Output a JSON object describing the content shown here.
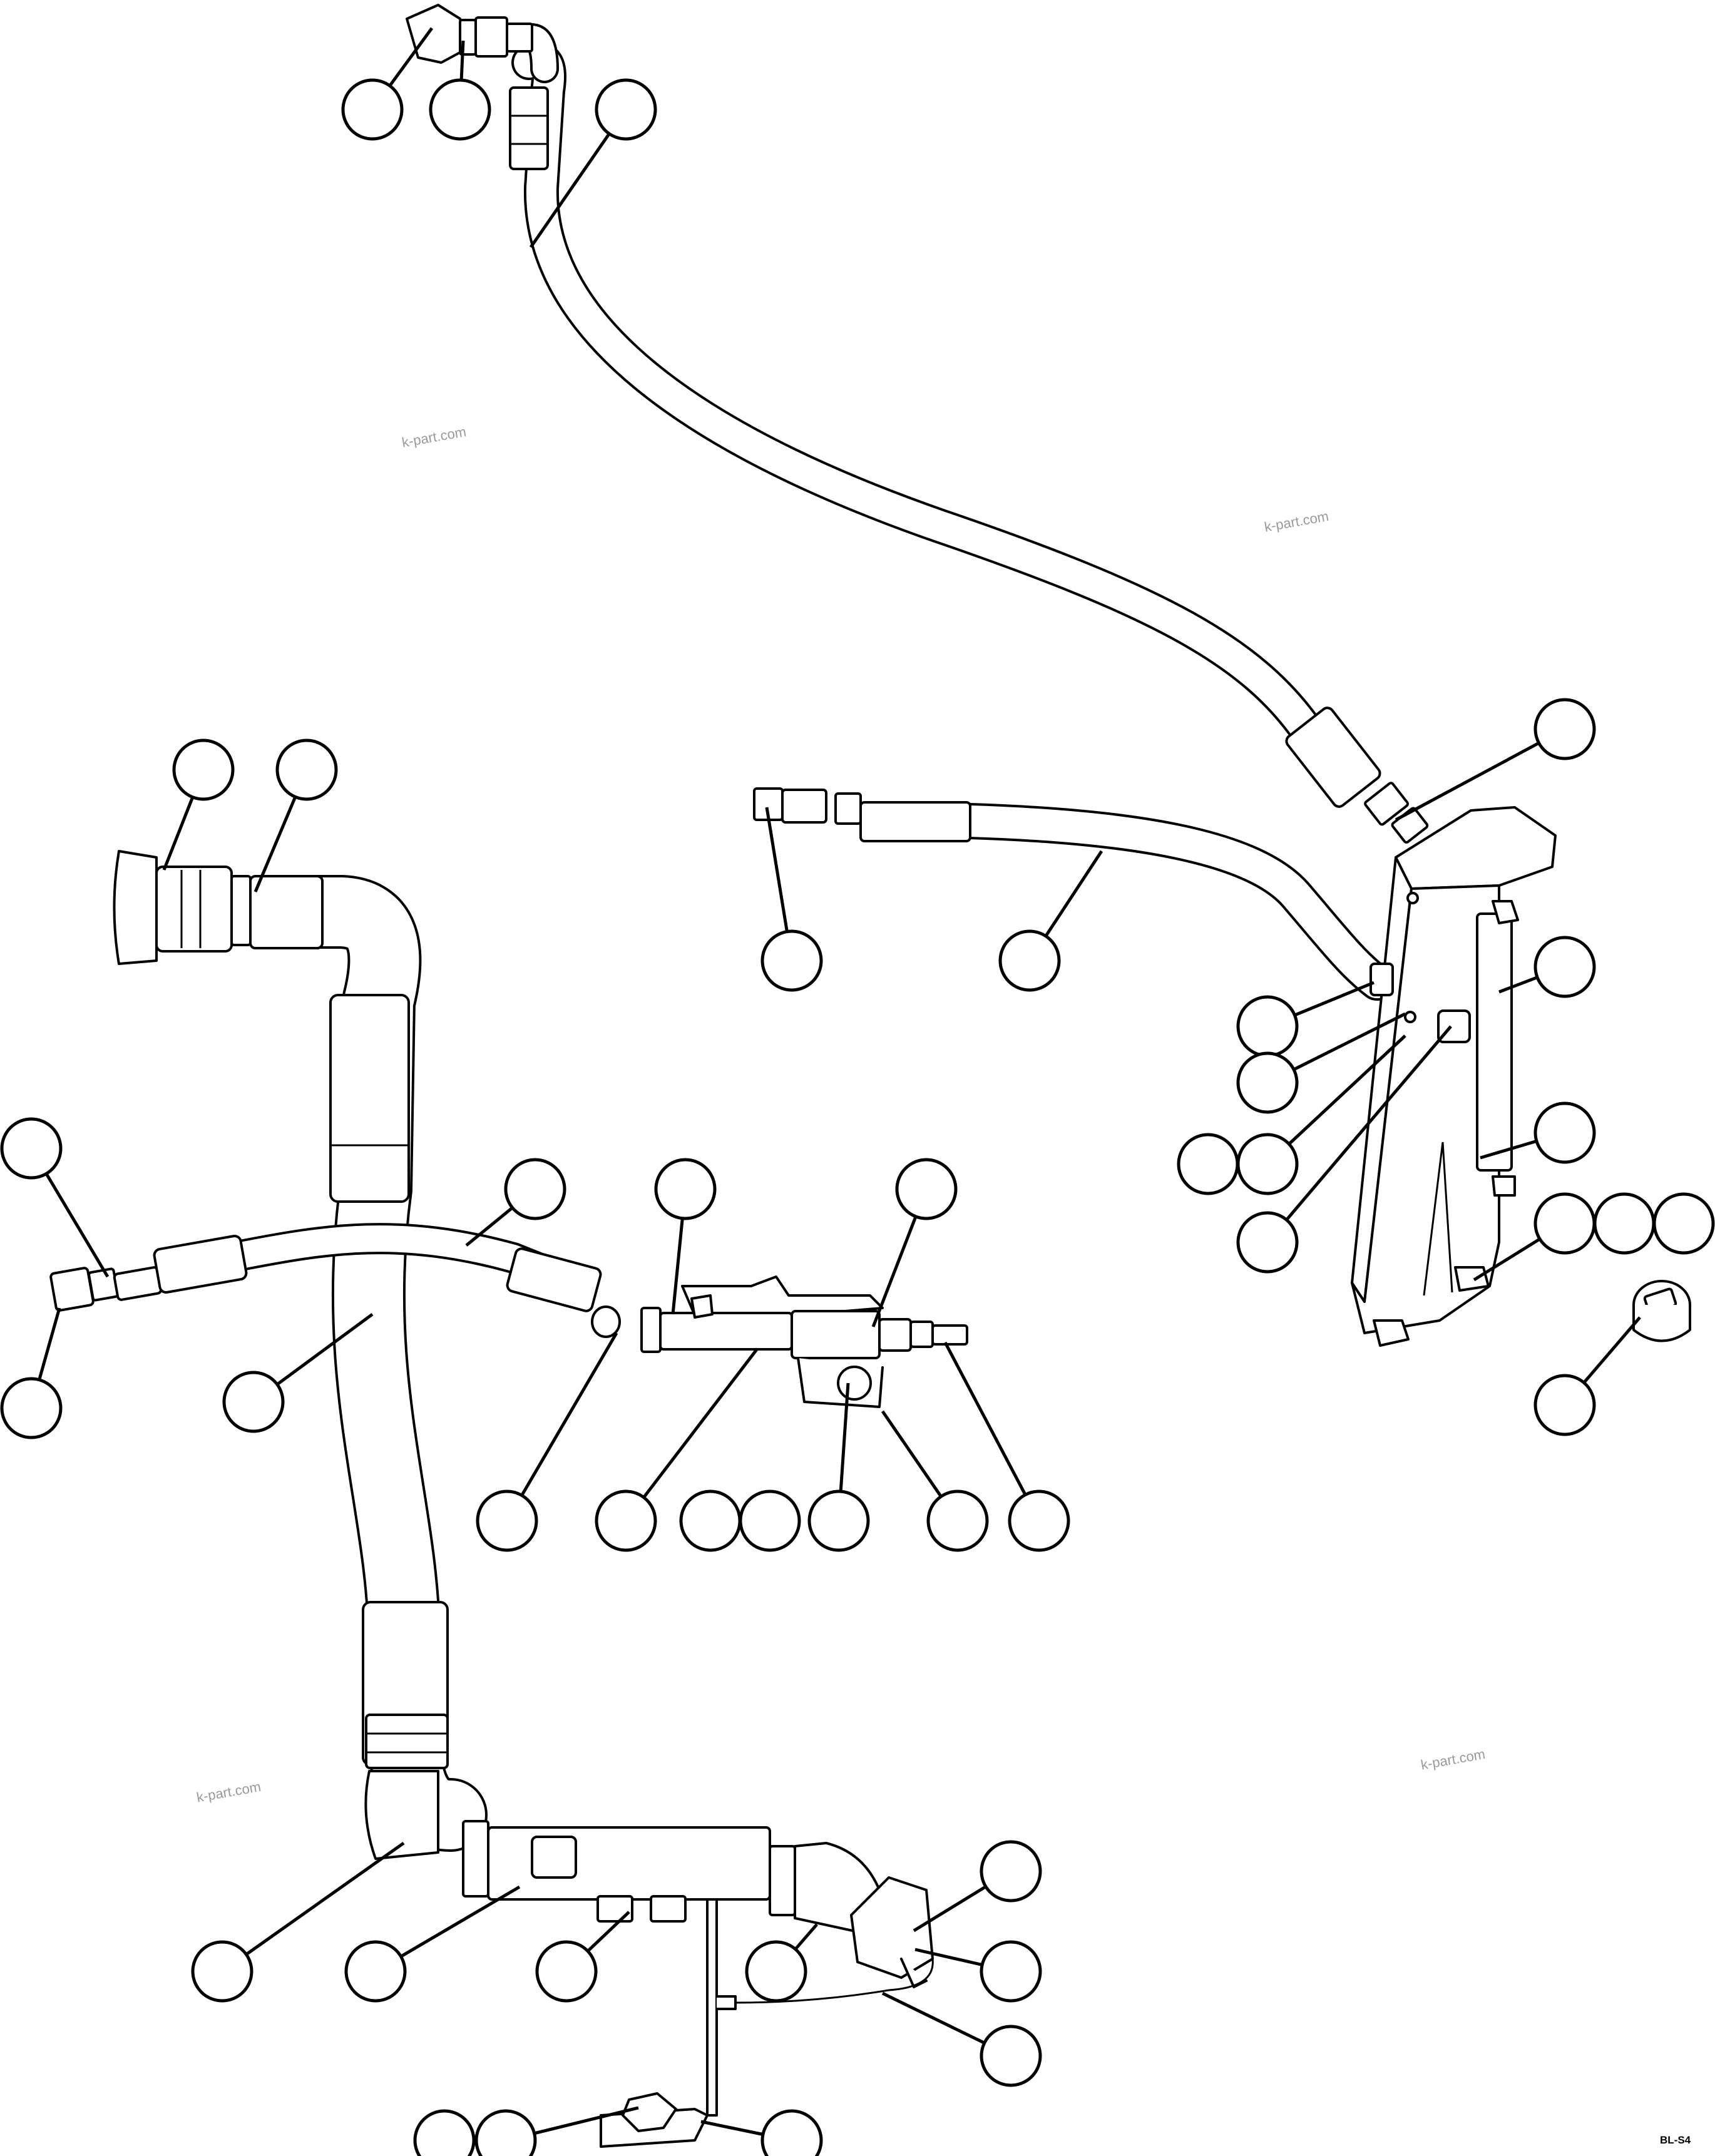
{
  "watermarks": [
    "k-part.com",
    "k-part.com",
    "k-part.com",
    "k-part.com"
  ],
  "figure_code": "BL-S4",
  "callouts": [
    {
      "name": "callout-1"
    },
    {
      "name": "callout-2"
    },
    {
      "name": "callout-3"
    },
    {
      "name": "callout-4"
    },
    {
      "name": "callout-5"
    },
    {
      "name": "callout-6"
    },
    {
      "name": "callout-7"
    },
    {
      "name": "callout-8"
    },
    {
      "name": "callout-9"
    },
    {
      "name": "callout-10"
    },
    {
      "name": "callout-11"
    },
    {
      "name": "callout-12"
    },
    {
      "name": "callout-13"
    },
    {
      "name": "callout-14"
    },
    {
      "name": "callout-15"
    },
    {
      "name": "callout-16"
    },
    {
      "name": "callout-17"
    },
    {
      "name": "callout-18"
    },
    {
      "name": "callout-19"
    },
    {
      "name": "callout-20"
    },
    {
      "name": "callout-21"
    },
    {
      "name": "callout-22"
    },
    {
      "name": "callout-23"
    },
    {
      "name": "callout-24"
    },
    {
      "name": "callout-25"
    },
    {
      "name": "callout-26"
    },
    {
      "name": "callout-27"
    },
    {
      "name": "callout-28"
    },
    {
      "name": "callout-29"
    },
    {
      "name": "callout-30"
    },
    {
      "name": "callout-31"
    },
    {
      "name": "callout-32"
    },
    {
      "name": "callout-33"
    },
    {
      "name": "callout-34"
    },
    {
      "name": "callout-35"
    },
    {
      "name": "callout-36"
    },
    {
      "name": "callout-37"
    },
    {
      "name": "callout-38"
    },
    {
      "name": "callout-39"
    },
    {
      "name": "callout-40"
    },
    {
      "name": "callout-41"
    },
    {
      "name": "callout-42"
    },
    {
      "name": "callout-43"
    },
    {
      "name": "callout-44"
    },
    {
      "name": "callout-45"
    }
  ]
}
